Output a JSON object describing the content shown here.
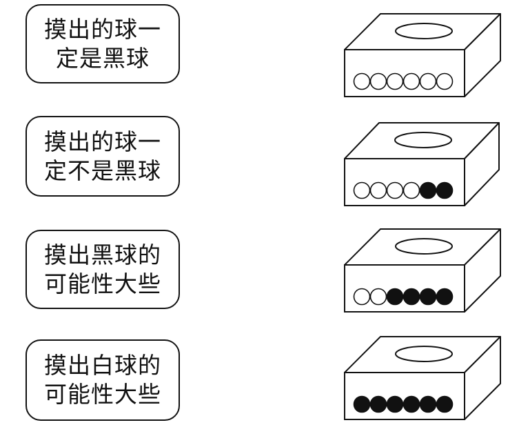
{
  "cards": [
    {
      "lines": [
        "摸出的球一",
        "定是黑球"
      ]
    },
    {
      "lines": [
        "摸出的球一",
        "定不是黑球"
      ]
    },
    {
      "lines": [
        "摸出黑球的",
        "可能性大些"
      ]
    },
    {
      "lines": [
        "摸出白球的",
        "可能性大些"
      ]
    }
  ],
  "boxes": [
    {
      "balls": [
        "white",
        "white",
        "white",
        "white",
        "white",
        "white"
      ]
    },
    {
      "balls": [
        "white",
        "white",
        "white",
        "white",
        "black",
        "black"
      ]
    },
    {
      "balls": [
        "white",
        "white",
        "black",
        "black",
        "black",
        "black"
      ]
    },
    {
      "balls": [
        "black",
        "black",
        "black",
        "black",
        "black",
        "black"
      ]
    }
  ],
  "colors": {
    "stroke": "#111111",
    "white_ball": "#ffffff",
    "black_ball": "#111111"
  }
}
